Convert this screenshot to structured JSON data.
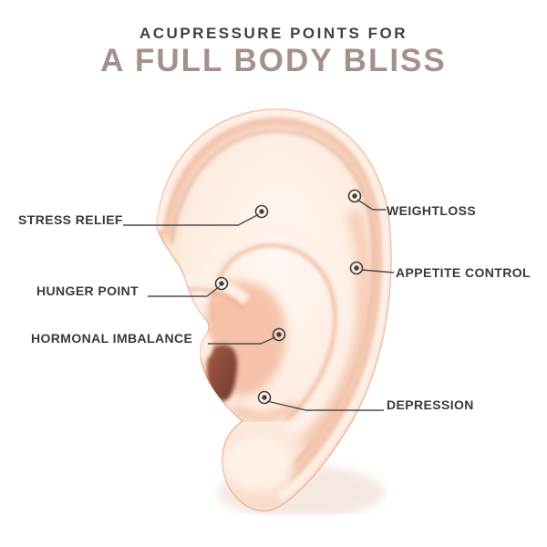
{
  "header": {
    "title": "ACUPRESSURE POINTS FOR",
    "subtitle": "A FULL BODY BLISS"
  },
  "points": [
    {
      "label": "STRESS RELIEF"
    },
    {
      "label": "HUNGER POINT"
    },
    {
      "label": "HORMONAL IMBALANCE"
    },
    {
      "label": "WEIGHTLOSS"
    },
    {
      "label": "APPETITE CONTROL"
    },
    {
      "label": "DEPRESSION"
    }
  ],
  "colors": {
    "title": "#46403b",
    "subtitle": "#a5908a",
    "label": "#3a3a3a",
    "callout_line": "#4c4c4c",
    "ear_light": "#fff8f3",
    "ear_mid": "#f8cdb8",
    "ear_canal_dark": "#6f3a2c"
  }
}
